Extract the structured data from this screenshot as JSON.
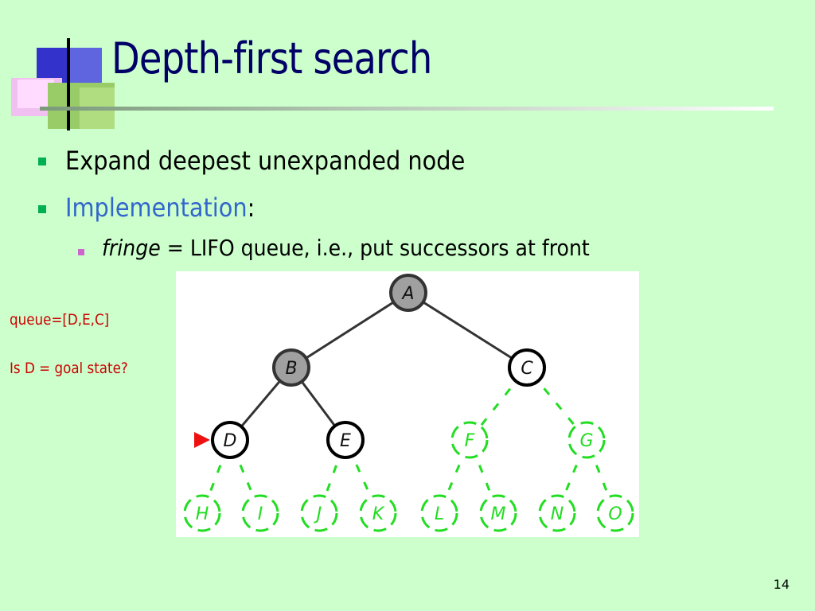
{
  "slide": {
    "title": "Depth-first search",
    "page_number": "14"
  },
  "bullets": {
    "item1": "Expand deepest unexpanded node",
    "item2_accent": "Implementation",
    "item2_suffix": ":",
    "sub1_italic": "fringe",
    "sub1_rest": " = LIFO queue, i.e., put successors at front"
  },
  "notes": {
    "queue": "queue=[D,E,C]",
    "goal_question": "Is D = goal state?"
  },
  "colors": {
    "background": "#ccffcc",
    "title": "#000066",
    "accent": "#3366cc",
    "note": "#cc0000",
    "expanded_fill": "#a0a0a0",
    "frontier_stroke": "#000000",
    "unexplored_stroke": "#22dd22",
    "marker": "#ee1111"
  },
  "tree": {
    "nodes": [
      {
        "id": "A",
        "label": "A",
        "state": "expanded"
      },
      {
        "id": "B",
        "label": "B",
        "state": "expanded"
      },
      {
        "id": "C",
        "label": "C",
        "state": "frontier"
      },
      {
        "id": "D",
        "label": "D",
        "state": "frontier",
        "marked": true
      },
      {
        "id": "E",
        "label": "E",
        "state": "frontier"
      },
      {
        "id": "F",
        "label": "F",
        "state": "unexplored"
      },
      {
        "id": "G",
        "label": "G",
        "state": "unexplored"
      },
      {
        "id": "H",
        "label": "H",
        "state": "unexplored"
      },
      {
        "id": "I",
        "label": "I",
        "state": "unexplored"
      },
      {
        "id": "J",
        "label": "J",
        "state": "unexplored"
      },
      {
        "id": "K",
        "label": "K",
        "state": "unexplored"
      },
      {
        "id": "L",
        "label": "L",
        "state": "unexplored"
      },
      {
        "id": "M",
        "label": "M",
        "state": "unexplored"
      },
      {
        "id": "N",
        "label": "N",
        "state": "unexplored"
      },
      {
        "id": "O",
        "label": "O",
        "state": "unexplored"
      }
    ],
    "edges": [
      {
        "from": "A",
        "to": "B",
        "state": "solid"
      },
      {
        "from": "A",
        "to": "C",
        "state": "solid"
      },
      {
        "from": "B",
        "to": "D",
        "state": "solid"
      },
      {
        "from": "B",
        "to": "E",
        "state": "solid"
      },
      {
        "from": "C",
        "to": "F",
        "state": "dashed"
      },
      {
        "from": "C",
        "to": "G",
        "state": "dashed"
      },
      {
        "from": "D",
        "to": "H",
        "state": "dashed"
      },
      {
        "from": "D",
        "to": "I",
        "state": "dashed"
      },
      {
        "from": "E",
        "to": "J",
        "state": "dashed"
      },
      {
        "from": "E",
        "to": "K",
        "state": "dashed"
      },
      {
        "from": "F",
        "to": "L",
        "state": "dashed"
      },
      {
        "from": "F",
        "to": "M",
        "state": "dashed"
      },
      {
        "from": "G",
        "to": "N",
        "state": "dashed"
      },
      {
        "from": "G",
        "to": "O",
        "state": "dashed"
      }
    ]
  }
}
